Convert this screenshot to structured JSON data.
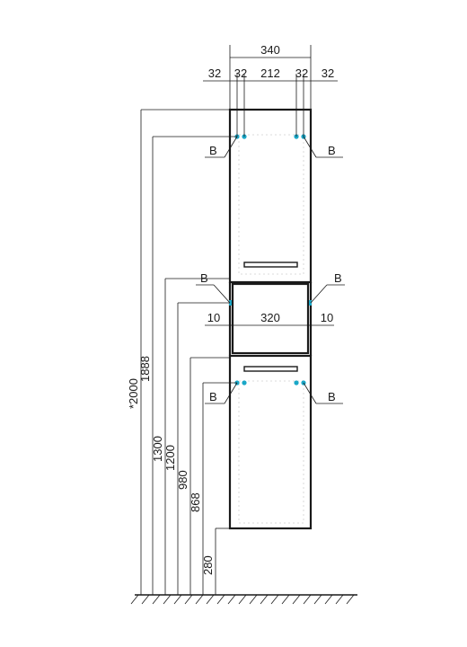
{
  "colors": {
    "line": "#1a1a1a",
    "hole_marker": "#1aa7c7",
    "background": "#ffffff"
  },
  "top_dims": {
    "overall_width": "340",
    "left_edge": "32",
    "left_hole": "32",
    "hole_spacing": "212",
    "right_hole": "32",
    "right_edge": "32"
  },
  "middle_dims": {
    "left_gap": "10",
    "inner_width": "320",
    "right_gap": "10"
  },
  "height_dims": {
    "total": "*2000",
    "upper_holes": "1888",
    "shelf_top": "1300",
    "shelf_mid": "1200",
    "shelf_bottom": "980",
    "lower_holes": "868",
    "floor_gap": "280"
  },
  "mount_labels": {
    "top_left": "B",
    "top_right": "B",
    "mid_left": "B",
    "mid_right": "B",
    "bottom_left": "B",
    "bottom_right": "B"
  }
}
